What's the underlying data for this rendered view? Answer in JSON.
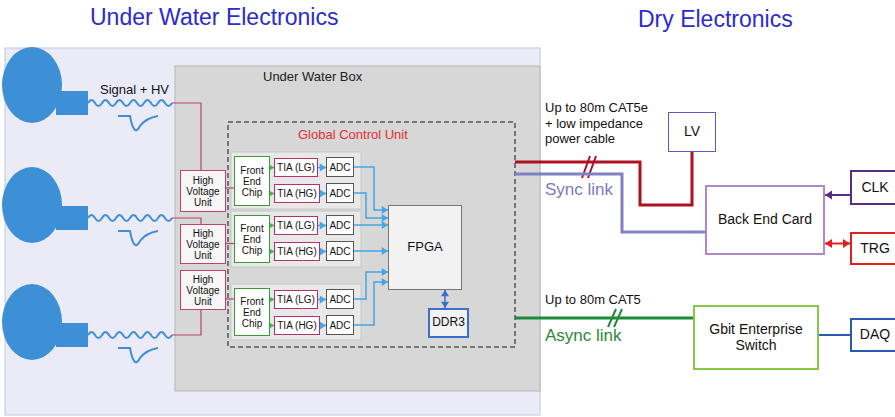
{
  "diagram": {
    "nodes": [
      {
        "text": [
          "Under Water Electronics"
        ]
      },
      {
        "text": [
          "Under Water Box"
        ],
        "in": 0
      },
      {
        "text": [
          "Global Control Unit"
        ],
        "in": 1
      },
      {
        "text": [
          "High Voltage Unit"
        ],
        "in": 1
      },
      {
        "text": [
          "Front End Chip"
        ],
        "in": 2
      },
      {
        "text": [
          "TIA (LG)"
        ],
        "in": 2
      },
      {
        "text": [
          "TIA (HG)"
        ],
        "in": 2
      },
      {
        "text": [
          "ADC"
        ],
        "in": 2
      },
      {
        "text": [
          "ADC"
        ],
        "in": 2
      },
      {
        "text": [
          "High Voltage Unit"
        ],
        "in": 1
      },
      {
        "text": [
          "Front End Chip"
        ],
        "in": 2
      },
      {
        "text": [
          "TIA (LG)"
        ],
        "in": 2
      },
      {
        "text": [
          "TIA (HG)"
        ],
        "in": 2
      },
      {
        "text": [
          "ADC"
        ],
        "in": 2
      },
      {
        "text": [
          "ADC"
        ],
        "in": 2
      },
      {
        "text": [
          "High Voltage Unit"
        ],
        "in": 1
      },
      {
        "text": [
          "Front End Chip"
        ],
        "in": 2
      },
      {
        "text": [
          "TIA (LG)"
        ],
        "in": 2
      },
      {
        "text": [
          "TIA (HG)"
        ],
        "in": 2
      },
      {
        "text": [
          "ADC"
        ],
        "in": 2
      },
      {
        "text": [
          "ADC"
        ],
        "in": 2
      },
      {
        "text": [
          "FPGA"
        ],
        "in": 2
      },
      {
        "text": [
          "DDR3"
        ],
        "in": 2
      },
      {
        "text": [
          "LV"
        ]
      },
      {
        "text": [
          "Back End Card"
        ]
      },
      {
        "text": [
          "CLK"
        ]
      },
      {
        "text": [
          "TRG"
        ]
      },
      {
        "text": [
          "Gbit Enterprise Switch"
        ]
      },
      {
        "text": [
          "DAQ"
        ]
      }
    ],
    "edges": [
      {
        "from": 3,
        "to": 4,
        "arrow": "none"
      },
      {
        "from": 4,
        "to": 5,
        "arrow": "to"
      },
      {
        "from": 4,
        "to": 6,
        "arrow": "to"
      },
      {
        "from": 5,
        "to": 7,
        "arrow": "to"
      },
      {
        "from": 6,
        "to": 8,
        "arrow": "to"
      },
      {
        "from": 7,
        "to": 21,
        "arrow": "to"
      },
      {
        "from": 8,
        "to": 21,
        "arrow": "to"
      },
      {
        "from": 9,
        "to": 10,
        "arrow": "none"
      },
      {
        "from": 10,
        "to": 11,
        "arrow": "to"
      },
      {
        "from": 10,
        "to": 12,
        "arrow": "to"
      },
      {
        "from": 11,
        "to": 13,
        "arrow": "to"
      },
      {
        "from": 12,
        "to": 14,
        "arrow": "to"
      },
      {
        "from": 13,
        "to": 21,
        "arrow": "to"
      },
      {
        "from": 14,
        "to": 21,
        "arrow": "to"
      },
      {
        "from": 15,
        "to": 16,
        "arrow": "none"
      },
      {
        "from": 16,
        "to": 17,
        "arrow": "to"
      },
      {
        "from": 16,
        "to": 18,
        "arrow": "to"
      },
      {
        "from": 17,
        "to": 19,
        "arrow": "to"
      },
      {
        "from": 18,
        "to": 20,
        "arrow": "to"
      },
      {
        "from": 19,
        "to": 21,
        "arrow": "to"
      },
      {
        "from": 20,
        "to": 21,
        "arrow": "to"
      },
      {
        "from": 21,
        "to": 22,
        "arrow": "both"
      },
      {
        "from": 23,
        "to": 2,
        "arrow": "none"
      },
      {
        "from": 2,
        "to": 24,
        "arrow": "none"
      },
      {
        "from": 2,
        "to": 27,
        "arrow": "none"
      },
      {
        "from": 25,
        "to": 24,
        "arrow": "to"
      },
      {
        "from": 26,
        "to": 24,
        "arrow": "both"
      },
      {
        "from": 27,
        "to": 28,
        "arrow": "none"
      }
    ],
    "labels": [
      "Signal + HV",
      "Dry Electronics",
      "Up to 80m CAT5e + low impedance power cable",
      "Sync link",
      "Up to 80m CAT5",
      "Async link"
    ]
  }
}
